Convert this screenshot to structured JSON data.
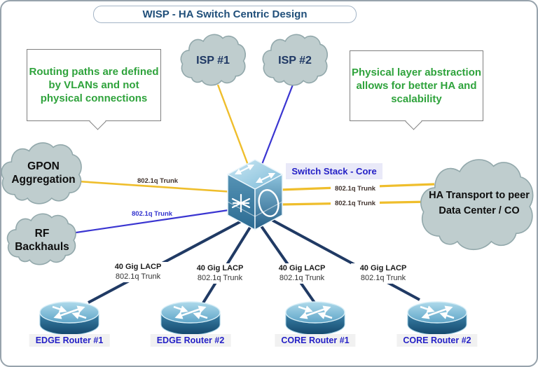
{
  "title": "WISP - HA Switch Centric Design",
  "callouts": {
    "left": "Routing paths are defined by VLANs and not physical connections",
    "right": "Physical layer abstraction allows for better HA and scalability"
  },
  "clouds": {
    "isp1": "ISP #1",
    "isp2": "ISP #2",
    "gpon": "GPON Aggregation",
    "rf": "RF Backhauls",
    "ha_transport": "HA Transport to peer Data Center / CO"
  },
  "core_switch": {
    "label": "Switch Stack - Core"
  },
  "link_labels": {
    "trunk": "802.1q Trunk",
    "lacp": "40 Gig LACP"
  },
  "routers": [
    {
      "label": "EDGE Router #1"
    },
    {
      "label": "EDGE Router #2"
    },
    {
      "label": "CORE Router #1"
    },
    {
      "label": "CORE Router #2"
    }
  ],
  "colors": {
    "title_text": "#1F4E79",
    "callout_text": "#2FA33C",
    "cloud_fill": "#BFCDCE",
    "cloud_stroke": "#92A8AB",
    "cloud_text_navy": "#1F3864",
    "yellow_link": "#EFBE2C",
    "blue_link": "#3A35D1",
    "navy_link": "#203A64",
    "label_blue": "#2420C6",
    "switch_label_bg": "#E9E9F8",
    "router_label_bg": "#F1F1F1"
  }
}
